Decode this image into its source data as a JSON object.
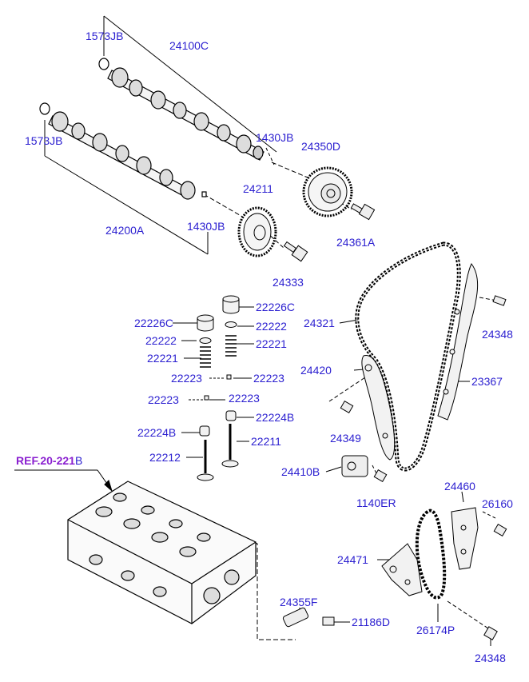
{
  "reference": {
    "main": "REF.20-221",
    "suffix": "B"
  },
  "labels": {
    "p1573jb_top": "1573JB",
    "p24100c": "24100C",
    "p1573jb_left": "1573JB",
    "p1430jb_top": "1430JB",
    "p24350d": "24350D",
    "p24211": "24211",
    "p24200a": "24200A",
    "p1430jb_bottom": "1430JB",
    "p24361a": "24361A",
    "p24333": "24333",
    "p22226c_right": "22226C",
    "p22226c_left": "22226C",
    "p22222_right": "22222",
    "p22222_left": "22222",
    "p22221_left": "22221",
    "p22221_right": "22221",
    "p22223_a": "22223",
    "p22223_b": "22223",
    "p22223_c": "22223",
    "p22223_d": "22223",
    "p22224b_right": "22224B",
    "p22224b_left": "22224B",
    "p22211": "22211",
    "p22212": "22212",
    "p24321": "24321",
    "p24348_top": "24348",
    "p24420": "24420",
    "p23367": "23367",
    "p24349": "24349",
    "p24410b": "24410B",
    "p1140er": "1140ER",
    "p24460": "24460",
    "p26160": "26160",
    "p24471": "24471",
    "p24355f": "24355F",
    "p21186d": "21186D",
    "p26174p": "26174P",
    "p24348_bottom": "24348"
  },
  "colors": {
    "label": "#2b1fd0",
    "reference": "#8a1fd0",
    "line": "#000000"
  }
}
